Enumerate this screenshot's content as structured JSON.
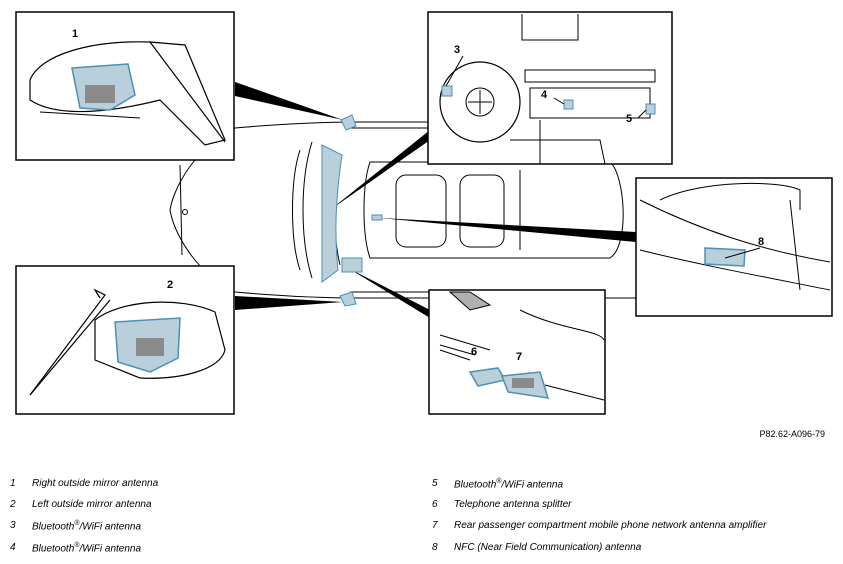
{
  "callouts": {
    "c1": "1",
    "c2": "2",
    "c3": "3",
    "c4": "4",
    "c5": "5",
    "c6": "6",
    "c7": "7",
    "c8": "8"
  },
  "reference_code": "P82.62-A096-79",
  "legend": {
    "left": [
      {
        "num": "1",
        "text": "Right outside mirror antenna"
      },
      {
        "num": "2",
        "text": "Left outside mirror antenna"
      },
      {
        "num": "3",
        "text_pre": "Bluetooth",
        "sup": "®",
        "text_post": "/WiFi antenna"
      },
      {
        "num": "4",
        "text_pre": "Bluetooth",
        "sup": "®",
        "text_post": "/WiFi antenna"
      }
    ],
    "right": [
      {
        "num": "5",
        "text_pre": "Bluetooth",
        "sup": "®",
        "text_post": "/WiFi antenna"
      },
      {
        "num": "6",
        "text": "Telephone antenna splitter"
      },
      {
        "num": "7",
        "text": "Rear passenger compartment mobile phone network antenna amplifier"
      },
      {
        "num": "8",
        "text": "NFC (Near Field Communication) antenna"
      }
    ]
  },
  "colors": {
    "highlight_fill": "#b9cfdb",
    "highlight_stroke": "#4f8fb3",
    "line": "#000000",
    "part_gray": "#8a8a8a"
  }
}
